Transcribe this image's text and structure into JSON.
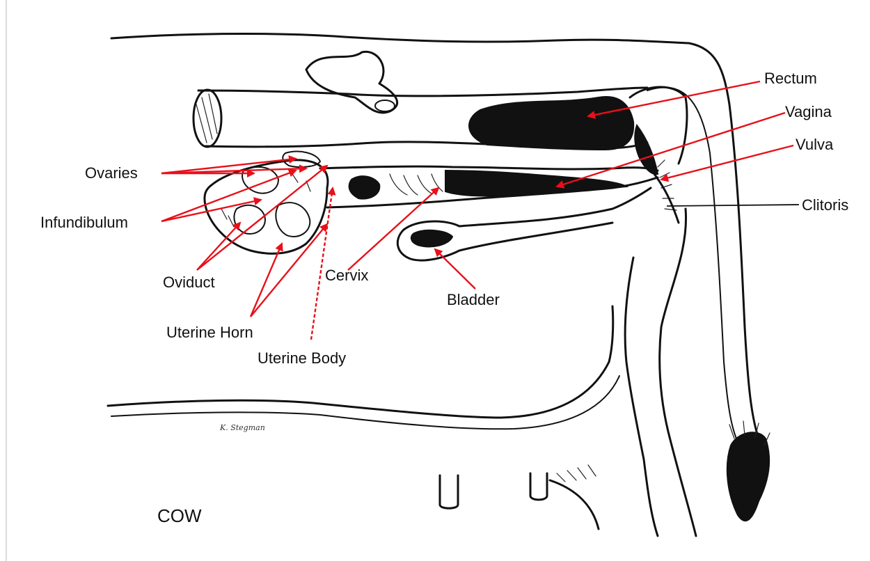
{
  "colors": {
    "arrow": "#e8101a",
    "ink": "#111111",
    "background": "#ffffff"
  },
  "labels": {
    "rectum": "Rectum",
    "vagina": "Vagina",
    "vulva": "Vulva",
    "clitoris": "Clitoris",
    "ovaries": "Ovaries",
    "infundibulum": "Infundibulum",
    "oviduct": "Oviduct",
    "cervix": "Cervix",
    "bladder": "Bladder",
    "uterine_horn": "Uterine Horn",
    "uterine_body": "Uterine Body"
  },
  "caption": "COW",
  "signature": "K. Stegman"
}
